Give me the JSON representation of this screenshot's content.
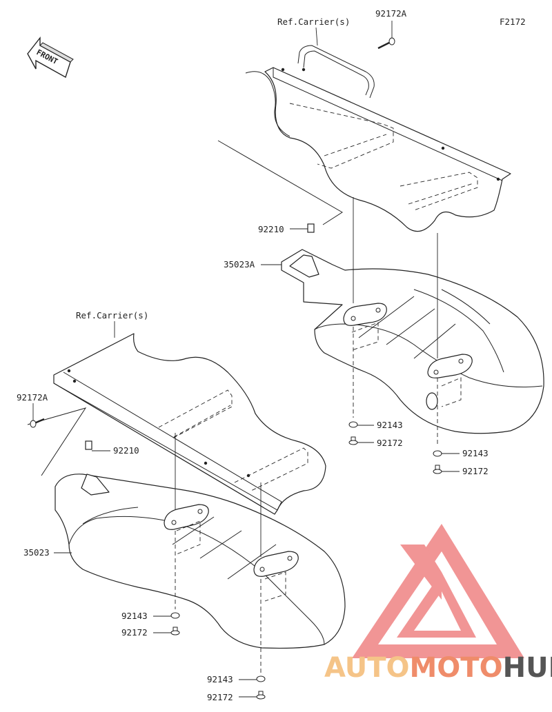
{
  "figure_code": "F2172",
  "front_arrow": {
    "text": "FRONT",
    "icon": "front-direction-arrow-icon"
  },
  "upper_assembly": {
    "carrier_label": "Ref.Carrier(s)",
    "bolt_label": "92172A",
    "nut_label": "92210",
    "fender_label": "35023A",
    "washer_left_label": "92143",
    "bolt_left_label": "92172",
    "washer_right_label": "92143",
    "bolt_right_label": "92172"
  },
  "lower_assembly": {
    "carrier_label": "Ref.Carrier(s)",
    "bolt_label": "92172A",
    "nut_label": "92210",
    "fender_label": "35023",
    "washer_left_label": "92143",
    "bolt_left_label": "92172",
    "washer_right_label": "92143",
    "bolt_right_label": "92172"
  },
  "watermark": {
    "part1": "AUTO",
    "part2": "MOTO",
    "part3": "HUB",
    "colors": {
      "light": "#f5c488",
      "accent": "#ef8c6a",
      "dark": "#555555",
      "logo": "#f08a8a"
    }
  }
}
